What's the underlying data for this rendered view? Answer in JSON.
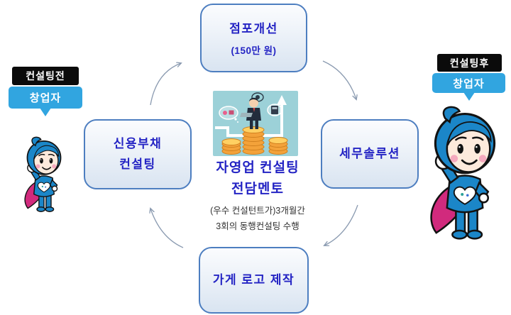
{
  "diagram": {
    "flow": "clockwise-cycle",
    "nodes": {
      "top": {
        "title": "점포개선",
        "subtitle": "(150만 원)"
      },
      "right": {
        "title": "세무솔루션"
      },
      "bottom": {
        "title": "가게 로고 제작"
      },
      "left": {
        "line1": "신용부채",
        "line2": "컨설팅"
      }
    },
    "center": {
      "illustration": "businessman-on-coin-stacks-growth-arrow",
      "title_lines": [
        "자영업 컨설팅",
        "전담멘토"
      ],
      "note_lines": [
        "(우수 컨설턴트가)3개월간",
        "3회의 동행컨설팅 수행"
      ]
    }
  },
  "before_label": {
    "tag": "컨설팅전",
    "name": "창업자",
    "mascot": "blue-superhero-mascot-small"
  },
  "after_label": {
    "tag": "컨설팅후",
    "name": "창업자",
    "mascot": "blue-superhero-mascot-large"
  },
  "colors": {
    "node_border": "#4d7ec0",
    "node_text_blue": "#2424c4",
    "label_blue": "#31a5e0",
    "tag_black": "#0b0b0b",
    "arrow_gray_blue": "#8a9ab0",
    "mascot_blue": "#1b86c8",
    "cape_pink": "#d12a7d",
    "illustration_teal": "#9cd1d8",
    "coin_gold": "#f3a23a"
  }
}
